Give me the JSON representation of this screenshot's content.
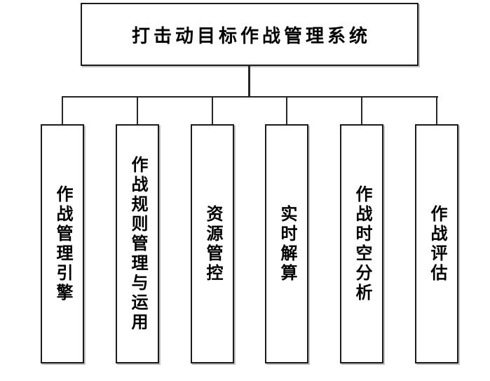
{
  "diagram": {
    "title": "打击动目标作战管理系统",
    "root": {
      "label": "打击动目标作战管理系统"
    },
    "children": [
      {
        "label": "作战管理引擎"
      },
      {
        "label": "作战规则管理与运用"
      },
      {
        "label": "资源管控"
      },
      {
        "label": "实时解算"
      },
      {
        "label": "作战时空分析"
      },
      {
        "label": "作战评估"
      }
    ],
    "colors": {
      "background": "#ffffff",
      "border": "#1c1c1c",
      "connector": "#262626",
      "text": "#000000",
      "shadow": "#8c8c8c"
    },
    "layout": {
      "type": "tree",
      "orientation": "top-down",
      "child_text_direction": "vertical-upright"
    }
  }
}
